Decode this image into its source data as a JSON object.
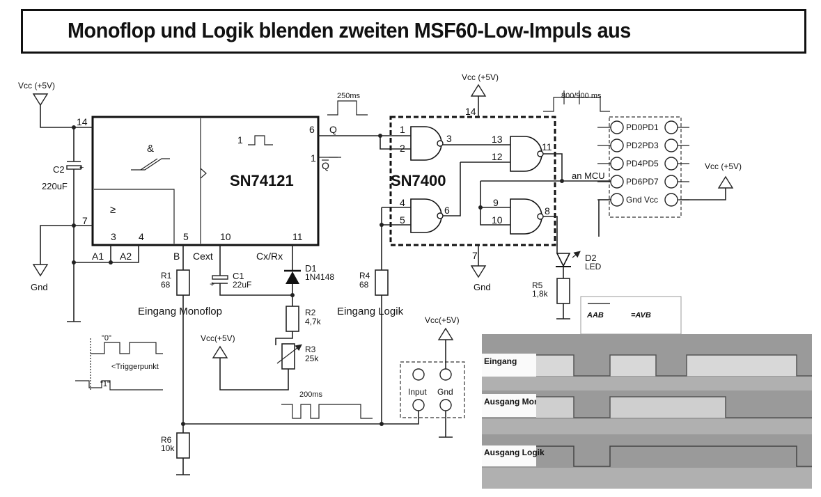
{
  "title": "Monoflop und Logik blenden zweiten MSF60-Low-Impuls aus",
  "chips": {
    "monoflop": {
      "name": "SN74121",
      "pins": {
        "p14": "14",
        "p7": "7",
        "p6": "6",
        "p1": "1",
        "p3": "3",
        "p4": "4",
        "p5": "5",
        "p10": "10",
        "p11": "11"
      },
      "labels": {
        "and": "&",
        "or": "≥",
        "q": "Q",
        "qbar": "Q",
        "a1": "A1",
        "a2": "A2",
        "b": "B",
        "cext": "Cext",
        "cxrx": "Cx/Rx",
        "pulse_one": "1"
      }
    },
    "nand": {
      "name": "SN7400",
      "pins": {
        "p14": "14",
        "p7": "7",
        "g1a": "1",
        "g1b": "2",
        "g1o": "3",
        "g2a": "4",
        "g2b": "5",
        "g2o": "6",
        "g3a": "13",
        "g3b": "12",
        "g3o": "11",
        "g4a": "9",
        "g4b": "10",
        "g4o": "8"
      }
    }
  },
  "power": {
    "vcc5v": "Vcc (+5V)",
    "vcc5v_nospace": "Vcc(+5V)",
    "gnd": "Gnd"
  },
  "components": {
    "c2": {
      "name": "C2",
      "value": "220uF"
    },
    "c1": {
      "name": "C1",
      "value": "22uF"
    },
    "r1": {
      "name": "R1",
      "value": "68"
    },
    "r2": {
      "name": "R2",
      "value": "4,7k"
    },
    "r3": {
      "name": "R3",
      "value": "25k"
    },
    "r4": {
      "name": "R4",
      "value": "68"
    },
    "r5": {
      "name": "R5",
      "value": "1,8k"
    },
    "r6": {
      "name": "R6",
      "value": "10k"
    },
    "d1": {
      "name": "D1",
      "value": "1N4148"
    },
    "d2": {
      "name": "D2",
      "value": "LED"
    }
  },
  "labels": {
    "eingang_monoflop": "Eingang Monoflop",
    "eingang_logik": "Eingang Logik",
    "an_mcu": "an MCU",
    "pulse_250": "250ms",
    "pulse_800_900": "800/900 ms",
    "pulse_200": "200ms",
    "zero": "\"0\"",
    "one": "\"1\"",
    "triggerpunkt": "<Triggerpunkt",
    "input": "Input",
    "gnd": "Gnd",
    "plus": "+"
  },
  "connector": {
    "pins": [
      [
        "PD0",
        "PD1"
      ],
      [
        "PD2",
        "PD3"
      ],
      [
        "PD4",
        "PD5"
      ],
      [
        "PD6",
        "PD7"
      ],
      [
        "Gnd",
        "Vcc"
      ]
    ]
  },
  "scope": {
    "formula_left": "AAB",
    "formula_right": "=AVB",
    "tracks": [
      "Eingang",
      "Ausgang Monoflop",
      "Ausgang Logik"
    ]
  }
}
